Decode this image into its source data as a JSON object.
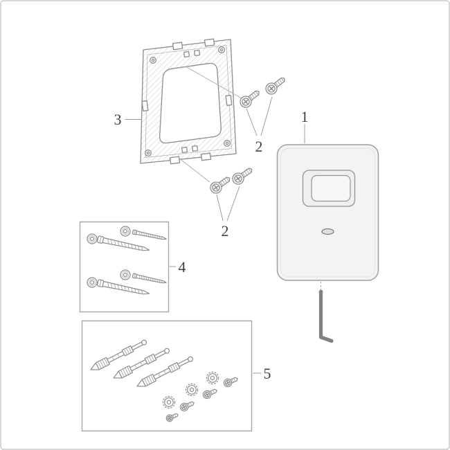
{
  "diagram": {
    "callouts": {
      "flush_plate": "1",
      "screws_top": "2",
      "screws_bottom": "2",
      "mounting_frame": "3",
      "fixing_bolt_set": "4",
      "extension_spindle_set": "5"
    },
    "colors": {
      "line": "#8c8c8c",
      "hatch": "#bdbdbd",
      "plate_fill": "#f3f3f3",
      "button_fill": "#efefef",
      "allen_key": "#818181",
      "callout_text": "#3f3f3f",
      "box_border": "#a8a8a8",
      "page_border": "#cccccc",
      "background": "#ffffff"
    }
  }
}
